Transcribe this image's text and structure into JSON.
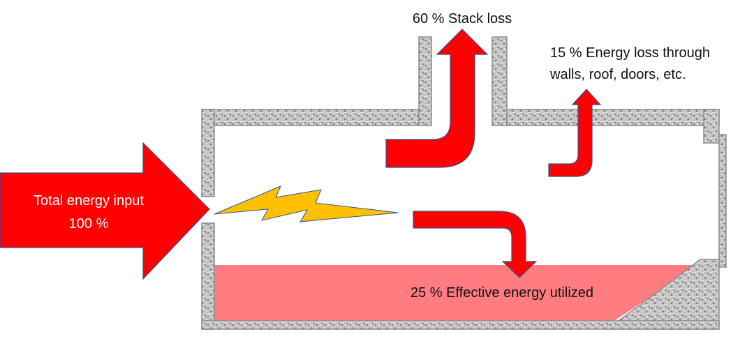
{
  "labels": {
    "stack_loss": "60 % Stack loss",
    "wall_loss_line1": "15 % Energy loss through",
    "wall_loss_line2": "walls, roof, doors, etc.",
    "input_line1": "Total energy input",
    "input_line2": "100 %",
    "effective": "25 % Effective energy utilized"
  },
  "colors": {
    "arrow": "#ff0000",
    "arrow_outline": "#2f5597",
    "flame": "#ffc000",
    "charge": "#ff7c80",
    "wall": "#b8b8b8"
  }
}
